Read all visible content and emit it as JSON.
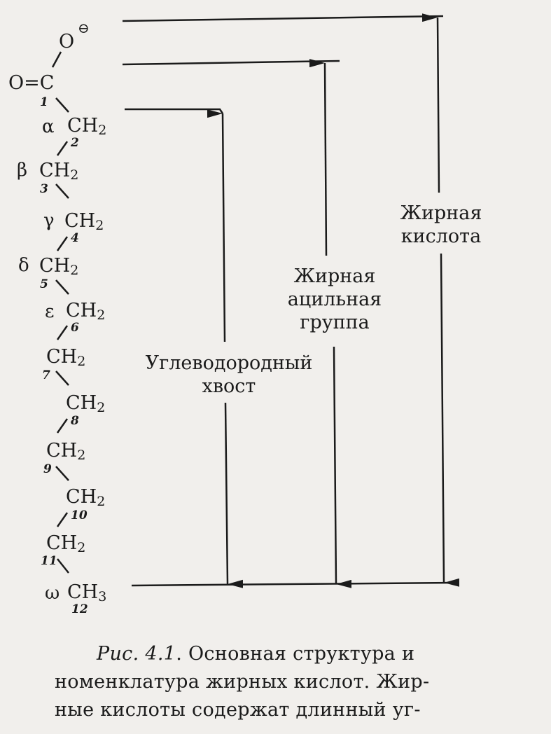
{
  "chain": {
    "o_minus": "O",
    "o_minus_charge": "⊖",
    "o_double": "O=C",
    "carbon_label": "CH",
    "carbon_sub": "2",
    "terminal_sub": "3",
    "positions": [
      "1",
      "2",
      "3",
      "4",
      "5",
      "6",
      "7",
      "8",
      "9",
      "10",
      "11",
      "12"
    ],
    "greek": {
      "alpha": "α",
      "beta": "β",
      "gamma": "γ",
      "delta": "δ",
      "epsilon": "ε",
      "omega": "ω"
    }
  },
  "labels": {
    "tail": [
      "Углеводородный",
      "хвост"
    ],
    "acyl": [
      "Жирная",
      "ацильная",
      "группа"
    ],
    "acid": [
      "Жирная",
      "кислота"
    ]
  },
  "caption": {
    "figure_ref": "Рис. 4.1",
    "line1": ". Основная структура и",
    "line2": "номенклатура жирных кислот. Жир-",
    "line3": "ные кислоты содержат длинный уг-"
  }
}
